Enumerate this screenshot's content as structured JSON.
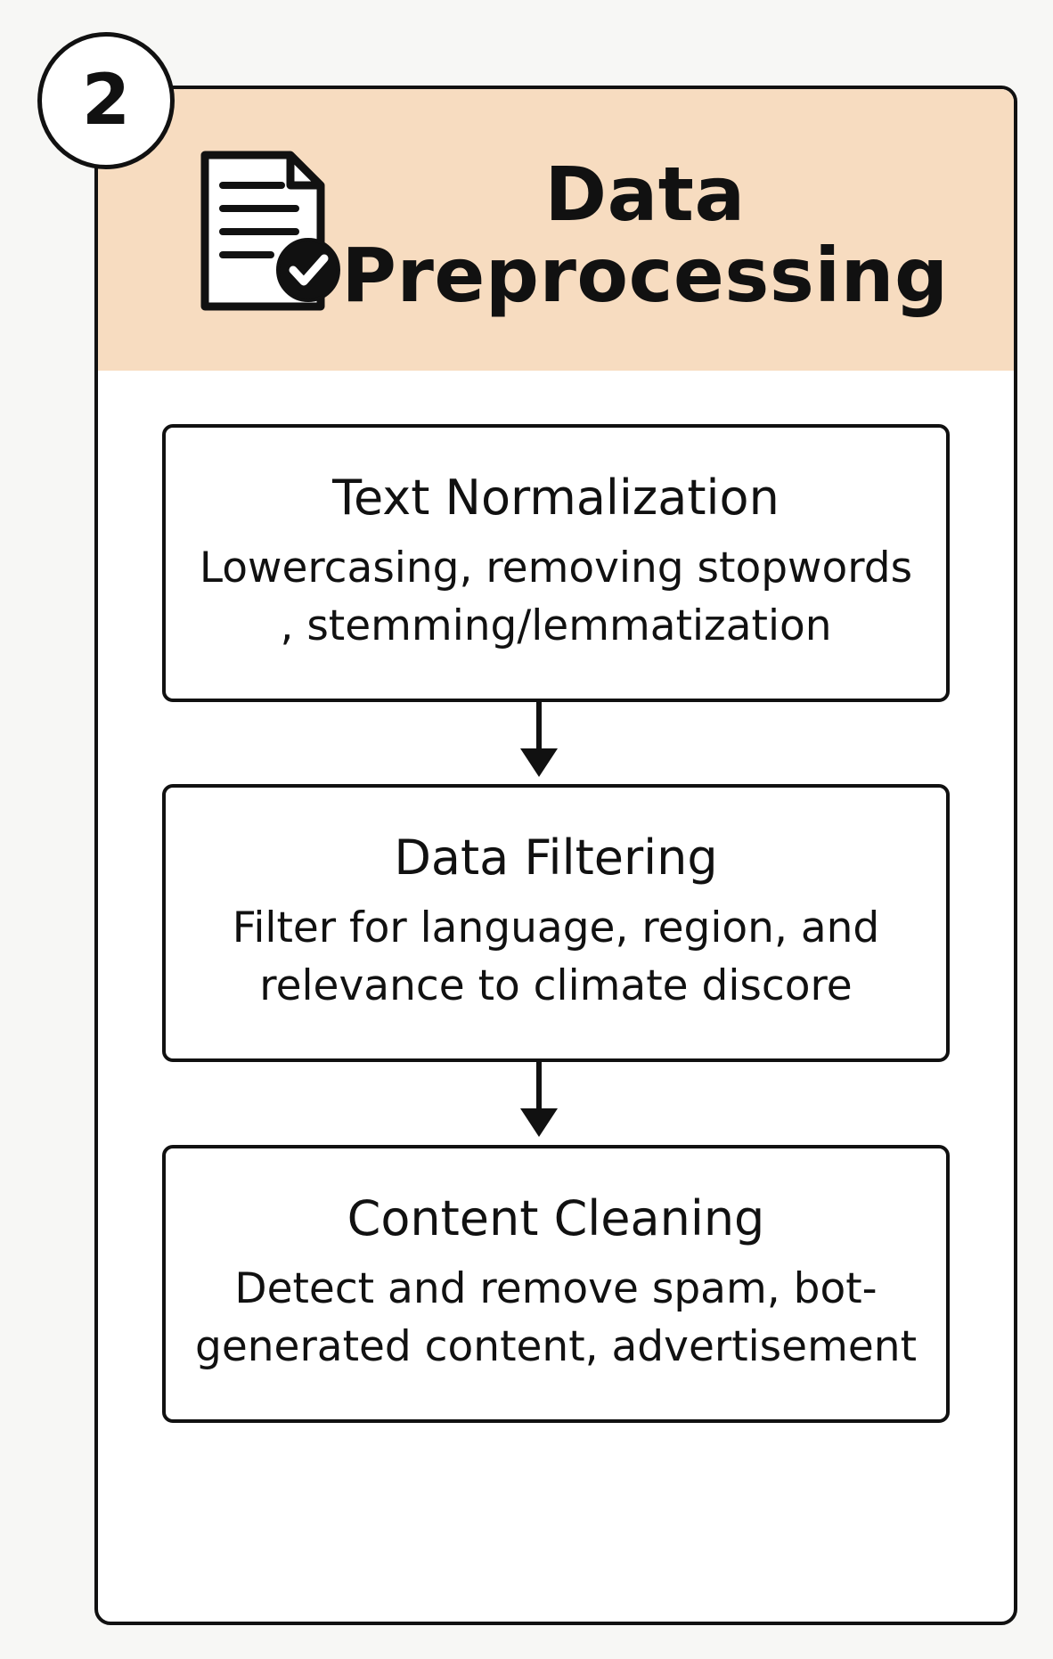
{
  "diagram": {
    "step_number": "2",
    "title_lines": [
      "Data",
      "Preprocessing"
    ],
    "steps": [
      {
        "title": "Text Normalization",
        "description_lines": [
          "Lowercasing, removing stopwords",
          ", stemming/lemmatization"
        ]
      },
      {
        "title": "Data Filtering",
        "description_lines": [
          "Filter for language, region, and",
          "relevance to climate discore"
        ]
      },
      {
        "title": "Content Cleaning",
        "description_lines": [
          "Detect and remove spam, bot-",
          "generated content, advertisement"
        ]
      }
    ],
    "icons": {
      "header": "document-check-icon",
      "connector": "arrow-down-icon"
    },
    "colors": {
      "header_background": "#f7dcc0",
      "stroke": "#111111",
      "panel_background": "#ffffff",
      "page_background": "#f7f7f5"
    }
  }
}
